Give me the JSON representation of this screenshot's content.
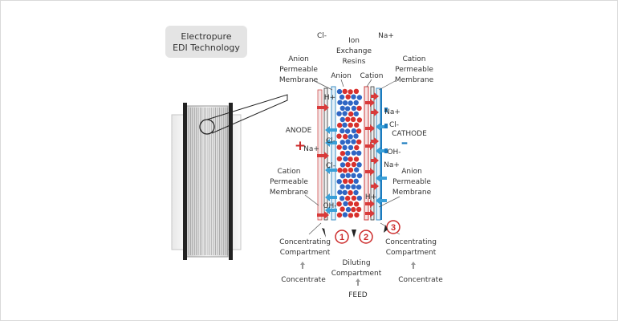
{
  "title_box": {
    "line1": "Electropure",
    "line2": "EDI Technology"
  },
  "labels": {
    "cl_top": "Cl-",
    "na_top": "Na+",
    "ion_exchange_resins": [
      "Ion",
      "Exchange",
      "Resins"
    ],
    "anion_permeable_membrane_left": [
      "Anion",
      "Permeable",
      "Membrane"
    ],
    "anion": "Anion",
    "cation": "Cation",
    "cation_permeable_membrane_right": [
      "Cation",
      "Permeable",
      "Membrane"
    ],
    "anode": "ANODE",
    "cathode": "CATHODE",
    "cation_permeable_membrane_left": [
      "Cation",
      "Permeable",
      "Membrane"
    ],
    "anion_permeable_membrane_right": [
      "Anion",
      "Permeable",
      "Membrane"
    ],
    "left_ions": [
      "H+",
      "Na+",
      "Cl-",
      "Cl-",
      "OH-"
    ],
    "right_ions": [
      "Na+",
      "Cl-",
      "OH-",
      "Na+",
      "H+"
    ],
    "plus_sign": "+",
    "minus_sign": "–",
    "concentrating_compartment_left": [
      "Concentrating",
      "Compartment"
    ],
    "concentrating_compartment_right": [
      "Concentrating",
      "Compartment"
    ],
    "diluting_compartment": [
      "Diluting",
      "Compartment"
    ],
    "concentrate_left": "Concentrate",
    "concentrate_right": "Concentrate",
    "feed": "FEED"
  },
  "badges": [
    "1",
    "2",
    "3"
  ],
  "colors": {
    "red": "#cc2a2a",
    "blue": "#1a7bbf",
    "resin_red": "#d8302c",
    "resin_blue": "#2f66c4",
    "arrow_red": "#d93a3a",
    "arrow_blue": "#3aa0d8"
  },
  "icons": {
    "up_arrow": "up-arrow-icon",
    "red_arrow": "right-arrow-icon",
    "blue_arrow": "left-arrow-icon"
  }
}
